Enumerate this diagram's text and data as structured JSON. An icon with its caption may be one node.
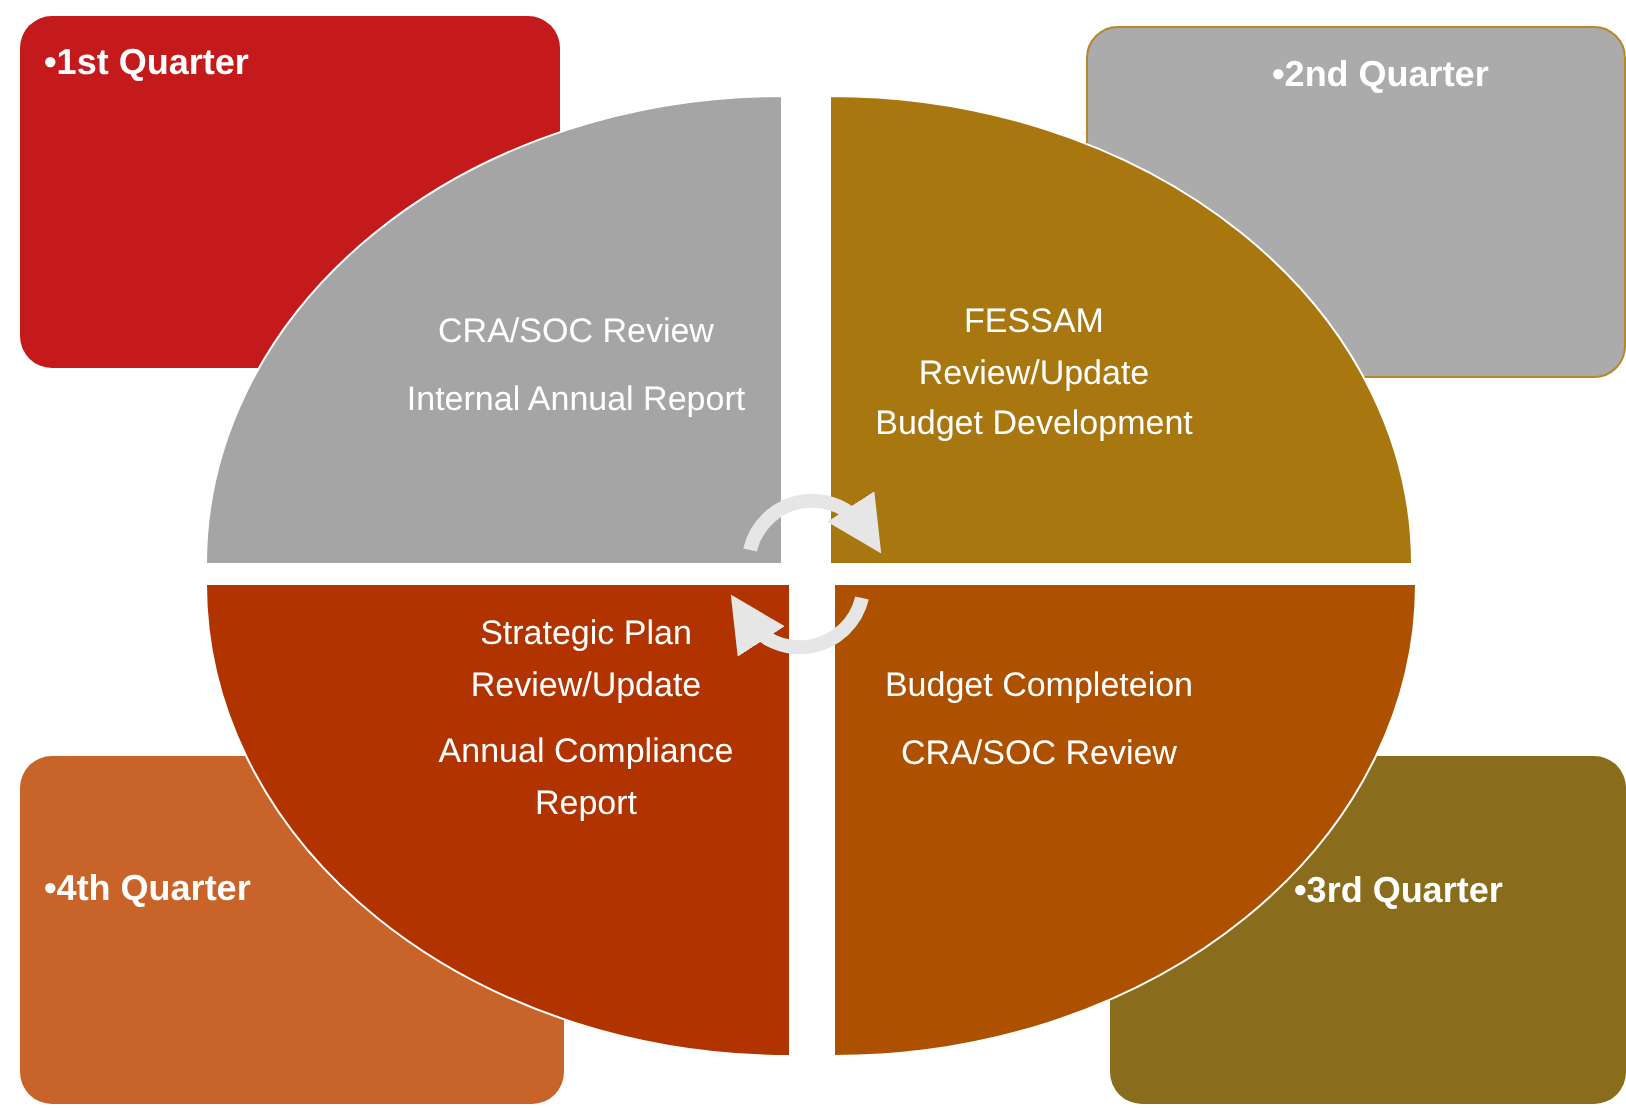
{
  "diagram": {
    "nodes": [
      {
        "text": [
          "•1st Quarter"
        ]
      },
      {
        "text": [
          "•2nd Quarter"
        ]
      },
      {
        "text": [
          "CRA/SOC Review",
          "Internal Annual Report"
        ]
      },
      {
        "text": [
          "FESSAM Review/Update Budget Development"
        ]
      },
      {
        "text": [
          "Strategic Plan Review/Update",
          "Annual Compliance Report"
        ]
      },
      {
        "text": [
          "Budget Completeion",
          "CRA/SOC Review"
        ]
      },
      {
        "text": [
          "•4th Quarter"
        ]
      },
      {
        "text": [
          "•3rd Quarter"
        ]
      }
    ],
    "edges": [
      {
        "from": 2,
        "to": 3,
        "arrow": "to"
      },
      {
        "from": 5,
        "to": 4,
        "arrow": "to"
      }
    ]
  }
}
